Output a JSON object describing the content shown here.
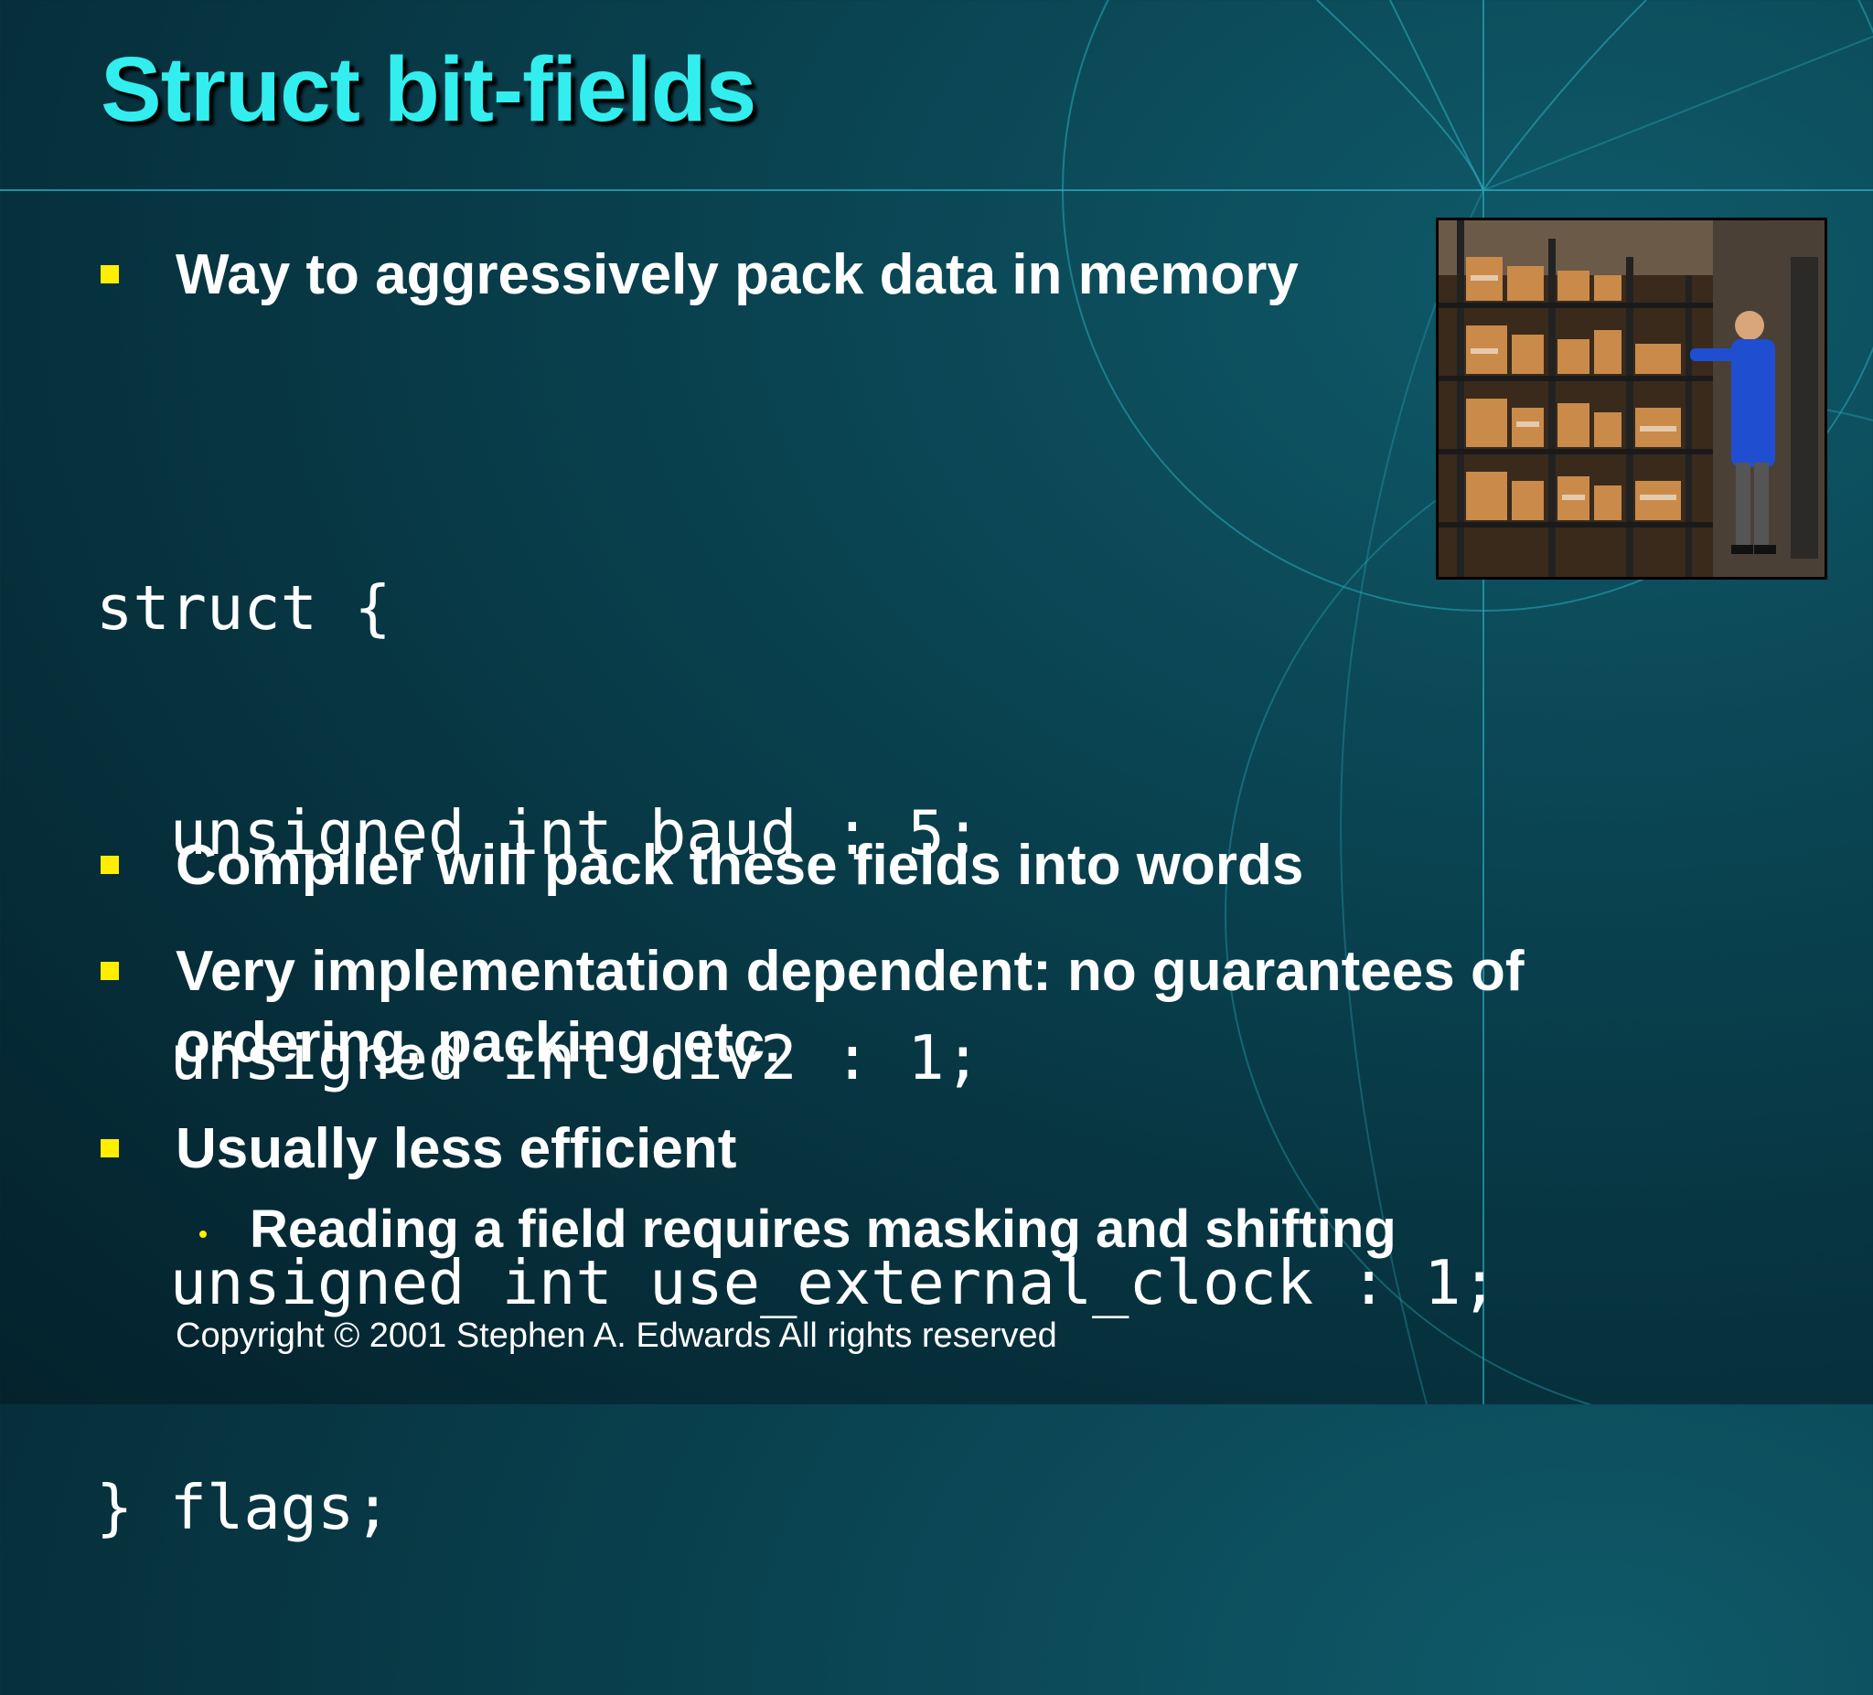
{
  "slide": {
    "title": "Struct bit-fields",
    "bullets": [
      "Way to aggressively pack data in memory",
      "Compiler will pack these fields into words",
      "Very implementation dependent: no guarantees of ordering, packing, etc.",
      "Usually less efficient"
    ],
    "sub_bullets": [
      "Reading a field requires masking and shifting"
    ],
    "code_lines": [
      "struct {",
      "  unsigned int baud : 5;",
      "  unsigned int div2 : 1;",
      "  unsigned int use_external_clock : 1;",
      "} flags;"
    ],
    "copyright": "Copyright © 2001 Stephen A. Edwards  All rights reserved",
    "image": {
      "description_icon": "warehouse-photo"
    }
  },
  "colors": {
    "title": "#33eeee",
    "bullet_marker": "#ffee00",
    "text": "#ffffff",
    "background": "#06303c"
  }
}
